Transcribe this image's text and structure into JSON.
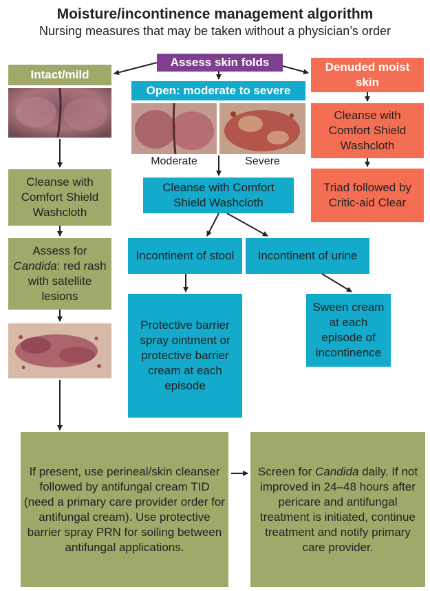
{
  "title": "Moisture/incontinence management algorithm",
  "subtitle": "Nursing measures that may be taken without a physician’s order",
  "assess_skin_folds": "Assess skin folds",
  "intact_mild": "Intact/mild",
  "open_moderate_severe": "Open: moderate to severe",
  "denuded_moist_skin": "Denuded moist skin",
  "caption_moderate": "Moderate",
  "caption_severe": "Severe",
  "left_cleanse": "Cleanse with Comfort Shield Washcloth",
  "assess_candida_pre": "Assess for",
  "assess_candida_em": "Candida",
  "assess_candida_post": ": red rash with satellite lesions",
  "center_cleanse": "Cleanse with Comfort Shield Washcloth",
  "incontinent_stool": "Incontinent of stool",
  "incontinent_urine": "Incontinent of urine",
  "stool_treatment": "Protective barrier spray ointment or protective barrier cream at each episode",
  "urine_treatment": "Sween cream at each episode of incontinence",
  "right_cleanse": "Cleanse with Comfort Shield Washcloth",
  "triad": "Triad followed by Critic-aid Clear",
  "if_present": "If present, use perineal/skin cleanser followed by antifungal cream TID (need a primary care provider order for antifungal cream). Use protective barrier spray PRN for soiling between antifungal applications.",
  "screen_pre": "Screen for",
  "screen_em": "Candida",
  "screen_post": "daily. If not improved in 24–48 hours after pericare and antifungal treatment is initiated, continue treatment and notify primary care provider.",
  "colors": {
    "green": "#a0a86a",
    "teal": "#13aacb",
    "orange": "#f46e53",
    "purple": "#7e3f8e"
  }
}
